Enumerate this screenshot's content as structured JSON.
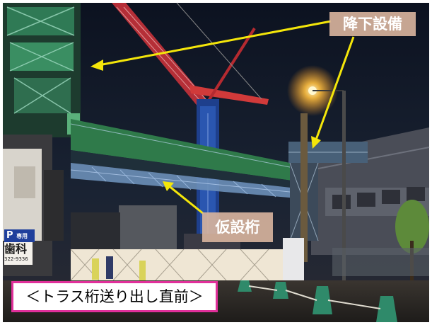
{
  "labels": {
    "descent_equipment": "降下設備",
    "temporary_girder": "仮設桁"
  },
  "caption": "＜トラス桁送り出し直前＞",
  "signs": {
    "parking": "P",
    "parking_sub": "専用",
    "clinic": "歯科",
    "phone": "322-9336"
  },
  "colors": {
    "label_bg": "#d6b29c",
    "arrow": "#f4e60a",
    "caption_border": "#e0309a",
    "sky": "#0f1626"
  }
}
